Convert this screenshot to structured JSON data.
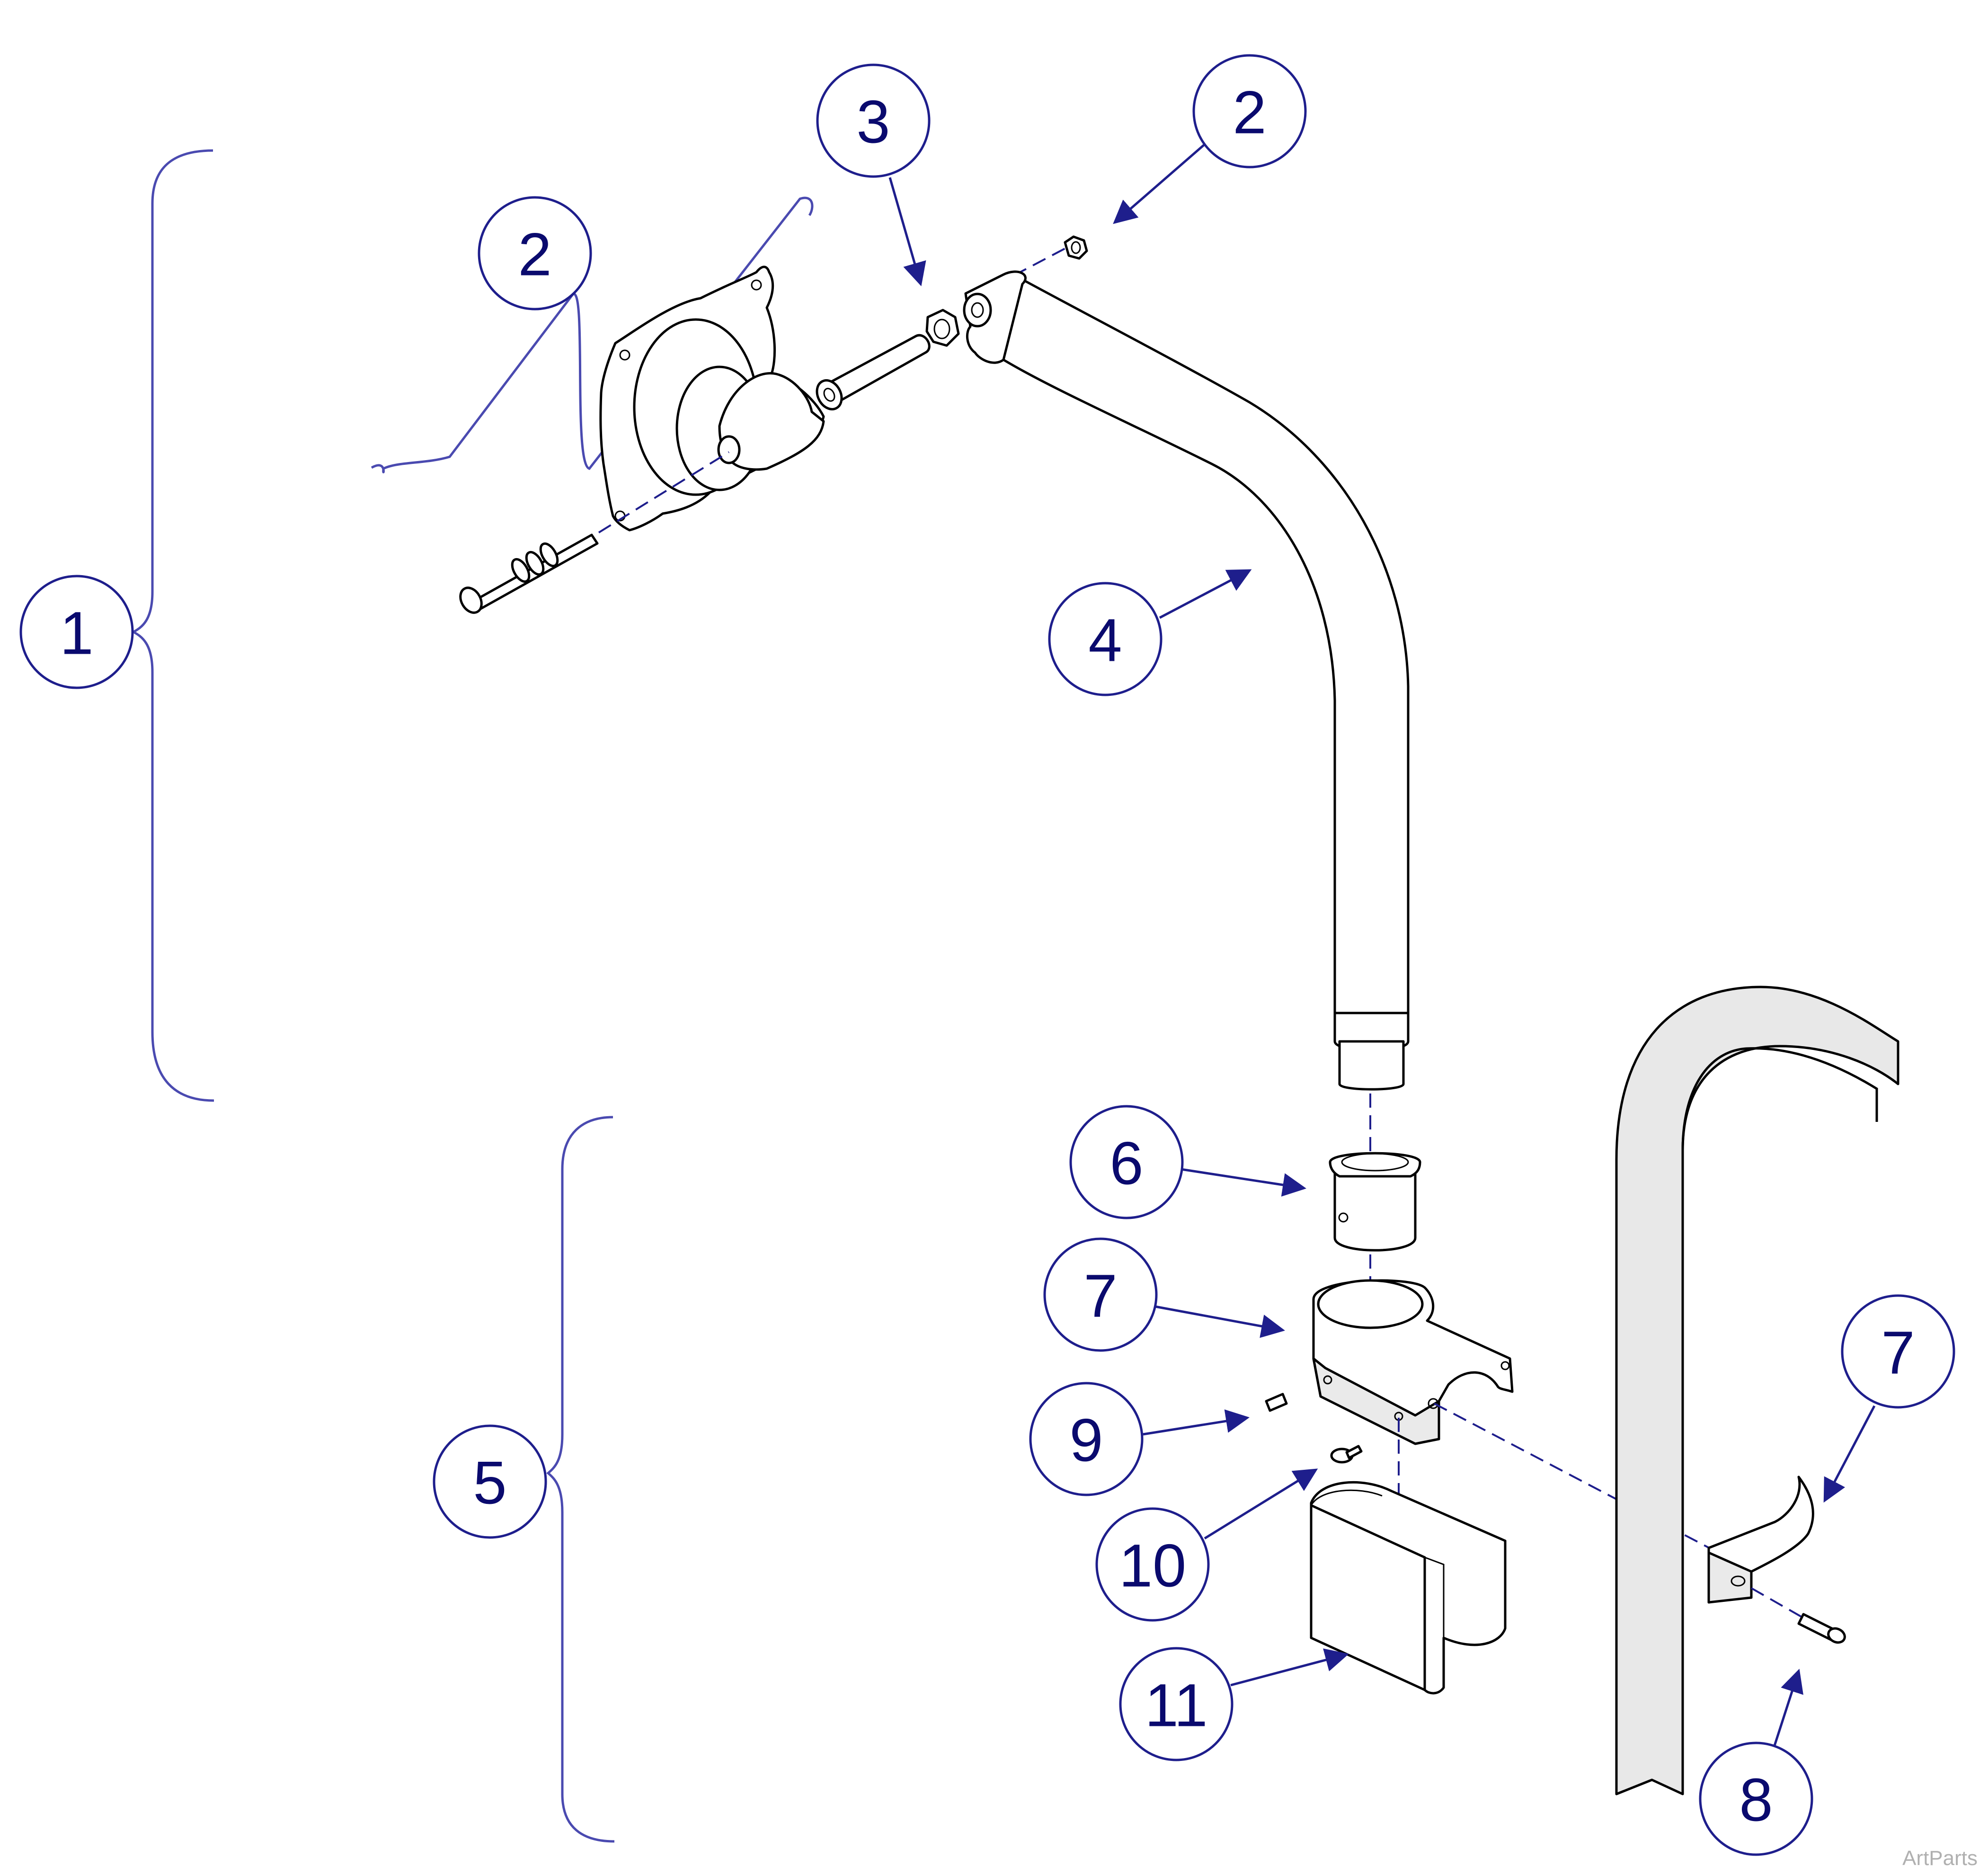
{
  "callouts": [
    {
      "id": "c1",
      "label": "1"
    },
    {
      "id": "c2a",
      "label": "2"
    },
    {
      "id": "c2b",
      "label": "2"
    },
    {
      "id": "c3",
      "label": "3"
    },
    {
      "id": "c4",
      "label": "4"
    },
    {
      "id": "c5",
      "label": "5"
    },
    {
      "id": "c6",
      "label": "6"
    },
    {
      "id": "c7a",
      "label": "7"
    },
    {
      "id": "c7b",
      "label": "7"
    },
    {
      "id": "c8",
      "label": "8"
    },
    {
      "id": "c9",
      "label": "9"
    },
    {
      "id": "c10",
      "label": "10"
    },
    {
      "id": "c11",
      "label": "11"
    }
  ],
  "watermark": "ArtParts",
  "colors": {
    "callout_stroke": "#1e1e8c",
    "callout_text": "#0a0a6e",
    "bracket": "#4a4ab0",
    "rail_fill": "#e8e8e8"
  }
}
